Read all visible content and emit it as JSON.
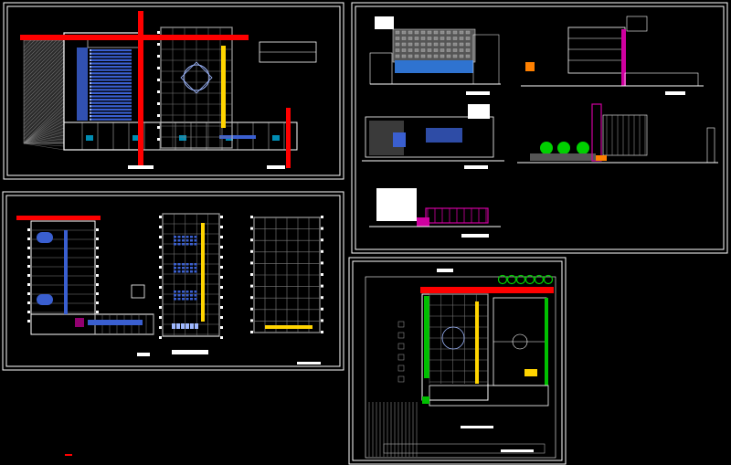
{
  "colors": {
    "background": "#000000",
    "sheet_frame": "#ffffff",
    "wall": "#ffffff",
    "grid": "#7f7f7f",
    "axis_red": "#ff0000",
    "hatch": "#8c8c8c",
    "seating_blue": "#3a5fd0",
    "cyan": "#00c8ff",
    "yellow": "#ffd400",
    "green": "#00c000",
    "magenta": "#d000a0",
    "orange": "#ff8000",
    "tree_green": "#00d000"
  },
  "sheets": [
    {
      "id": "sheet-floor-plan-auditorium",
      "content": "auditorium-plan"
    },
    {
      "id": "sheet-elevations-sections",
      "content": "elevations"
    },
    {
      "id": "sheet-upper-floor-plans",
      "content": "upper-floors"
    },
    {
      "id": "sheet-site-plan",
      "content": "site-plan"
    }
  ]
}
